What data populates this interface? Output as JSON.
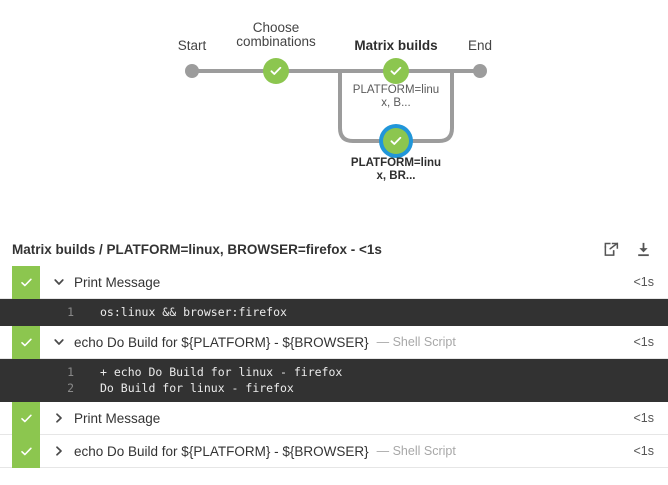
{
  "colors": {
    "success_green": "#8cc64f",
    "selected_blue": "#2196d9",
    "node_gray": "#9c9c9c",
    "console_bg": "#323232"
  },
  "graph": {
    "stages": [
      {
        "label": "Start",
        "bold": false,
        "type": "dot"
      },
      {
        "label": "Choose combinations",
        "bold": false,
        "type": "ok"
      },
      {
        "label": "Matrix builds",
        "bold": true,
        "type": "ok"
      },
      {
        "label": "End",
        "bold": false,
        "type": "dot"
      }
    ],
    "branches": [
      {
        "label": "PLATFORM=linux, B...",
        "line1": "PLATFORM=linu",
        "line2": "x, B...",
        "selected": false
      },
      {
        "label": "PLATFORM=linux, BR...",
        "line1": "PLATFORM=linu",
        "line2": "x, BR...",
        "selected": true
      }
    ]
  },
  "log_header": {
    "title": "Matrix builds / PLATFORM=linux, BROWSER=firefox - <1s",
    "open_icon": "external-link-icon",
    "download_icon": "download-icon"
  },
  "steps": [
    {
      "name": "Print Message",
      "sub": "",
      "duration": "<1s",
      "expanded": true,
      "status": "success",
      "console": [
        {
          "num": "1",
          "text": "os:linux && browser:firefox"
        }
      ]
    },
    {
      "name": "echo Do Build for ${PLATFORM} - ${BROWSER}",
      "sub": "— Shell Script",
      "duration": "<1s",
      "expanded": true,
      "status": "success",
      "console": [
        {
          "num": "1",
          "text": "+ echo Do Build for linux - firefox"
        },
        {
          "num": "2",
          "text": "Do Build for linux - firefox"
        }
      ]
    },
    {
      "name": "Print Message",
      "sub": "",
      "duration": "<1s",
      "expanded": false,
      "status": "success",
      "console": []
    },
    {
      "name": "echo Do Build for ${PLATFORM} - ${BROWSER}",
      "sub": "— Shell Script",
      "duration": "<1s",
      "expanded": false,
      "status": "success",
      "console": []
    }
  ]
}
